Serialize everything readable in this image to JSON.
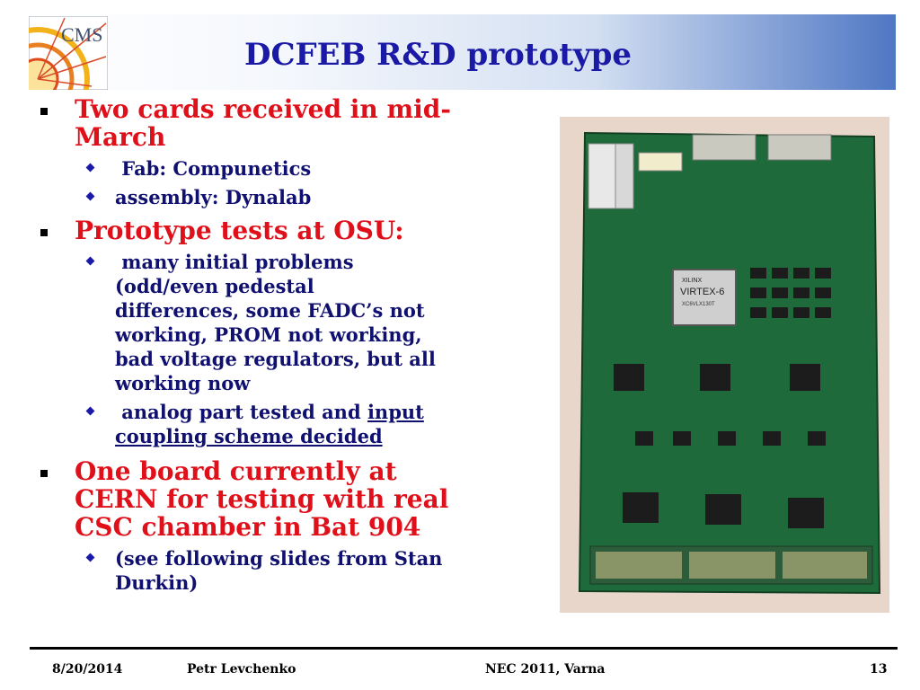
{
  "slide": {
    "title": "DCFEB R&D prototype",
    "logo_text": "CMS",
    "bullets": [
      {
        "text_line1": "Two cards received in mid-",
        "text_line2": "March",
        "subs": [
          {
            "text": " Fab: Compunetics"
          },
          {
            "text": "assembly: Dynalab"
          }
        ]
      },
      {
        "text_line1": "Prototype tests at OSU:",
        "subs": [
          {
            "lines": [
              " many initial problems",
              "(odd/even pedestal",
              "differences, some FADC’s not",
              "working, PROM not working,",
              "bad voltage regulators, but all",
              "working now"
            ]
          },
          {
            "line1_plain": " analog part tested and ",
            "line1_link": "input",
            "line2_link": "coupling scheme decided"
          }
        ]
      },
      {
        "lines": [
          "One board currently at",
          "CERN for testing with real",
          "CSC chamber in Bat 904"
        ],
        "subs": [
          {
            "lines": [
              "(see following slides from Stan",
              "Durkin)"
            ]
          }
        ]
      }
    ],
    "photo": {
      "chip_brand": "XILINX",
      "chip_text": "VIRTEX-6",
      "chip_sub": "XC6VLX130T"
    },
    "footer": {
      "date": "8/20/2014",
      "author": "Petr Levchenko",
      "event": "NEC 2011, Varna",
      "page": "13"
    }
  },
  "colors": {
    "title": "#1a1aa6",
    "level1": "#e0101a",
    "level2": "#101070",
    "pcb": "#1f6a3a"
  }
}
